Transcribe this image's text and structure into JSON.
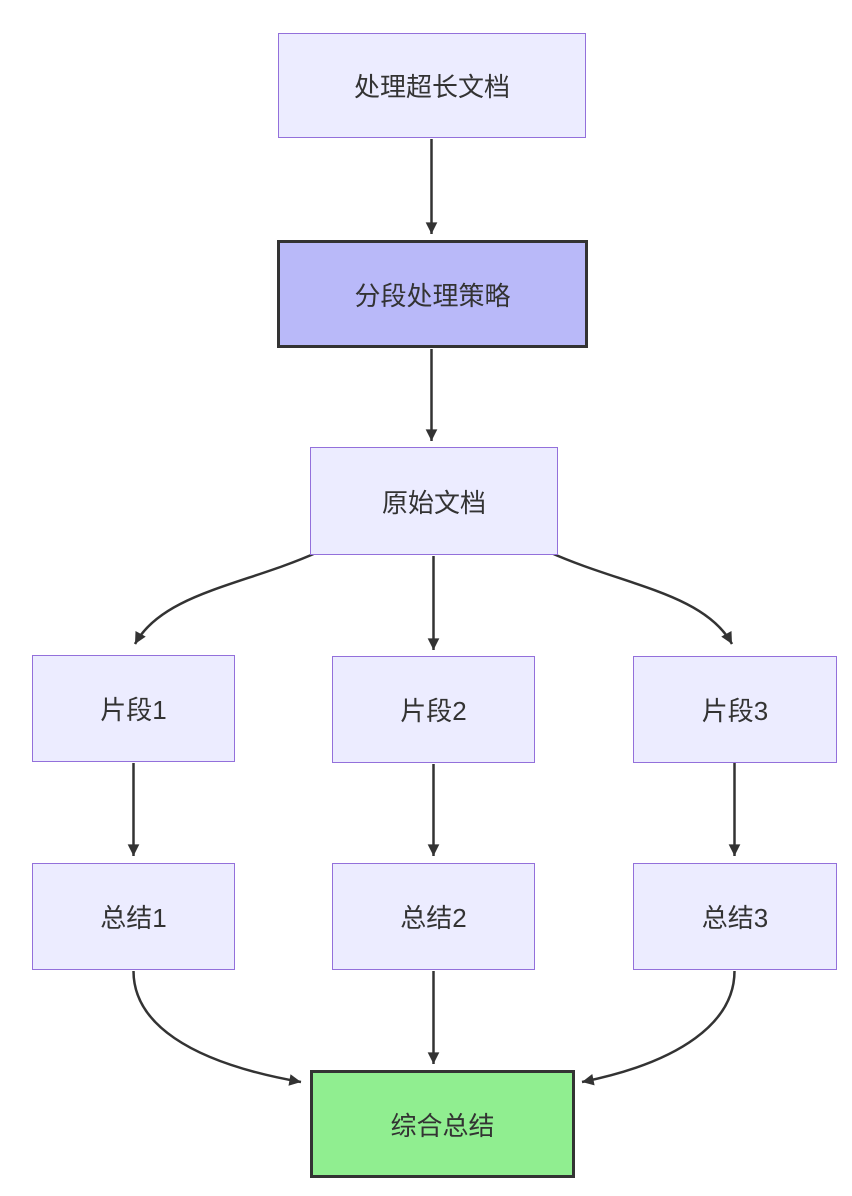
{
  "diagram": {
    "type": "flowchart",
    "direction": "top-down",
    "nodes": [
      {
        "id": "A",
        "label": "处理超长文档",
        "style": "light"
      },
      {
        "id": "B",
        "label": "分段处理策略",
        "style": "emphasis"
      },
      {
        "id": "C",
        "label": "原始文档",
        "style": "light"
      },
      {
        "id": "D",
        "label": "片段1",
        "style": "light"
      },
      {
        "id": "E",
        "label": "片段2",
        "style": "light"
      },
      {
        "id": "F",
        "label": "片段3",
        "style": "light"
      },
      {
        "id": "G",
        "label": "总结1",
        "style": "light"
      },
      {
        "id": "H",
        "label": "总结2",
        "style": "light"
      },
      {
        "id": "I",
        "label": "总结3",
        "style": "light"
      },
      {
        "id": "J",
        "label": "综合总结",
        "style": "success"
      }
    ],
    "edges": [
      {
        "from": "处理超长文档",
        "to": "分段处理策略"
      },
      {
        "from": "分段处理策略",
        "to": "原始文档"
      },
      {
        "from": "原始文档",
        "to": "片段1"
      },
      {
        "from": "原始文档",
        "to": "片段2"
      },
      {
        "from": "原始文档",
        "to": "片段3"
      },
      {
        "from": "片段1",
        "to": "总结1"
      },
      {
        "from": "片段2",
        "to": "总结2"
      },
      {
        "from": "片段3",
        "to": "总结3"
      },
      {
        "from": "总结1",
        "to": "综合总结"
      },
      {
        "from": "总结2",
        "to": "综合总结"
      },
      {
        "from": "总结3",
        "to": "综合总结"
      }
    ],
    "colors": {
      "node_fill": "#ECECFF",
      "node_border": "#9370DB",
      "emphasis_fill": "#B9B9F9",
      "emphasis_border": "#333333",
      "success_fill": "#90EE90",
      "success_border": "#333333",
      "edge": "#333333",
      "text": "#333333",
      "bg": "#FFFFFF"
    }
  }
}
